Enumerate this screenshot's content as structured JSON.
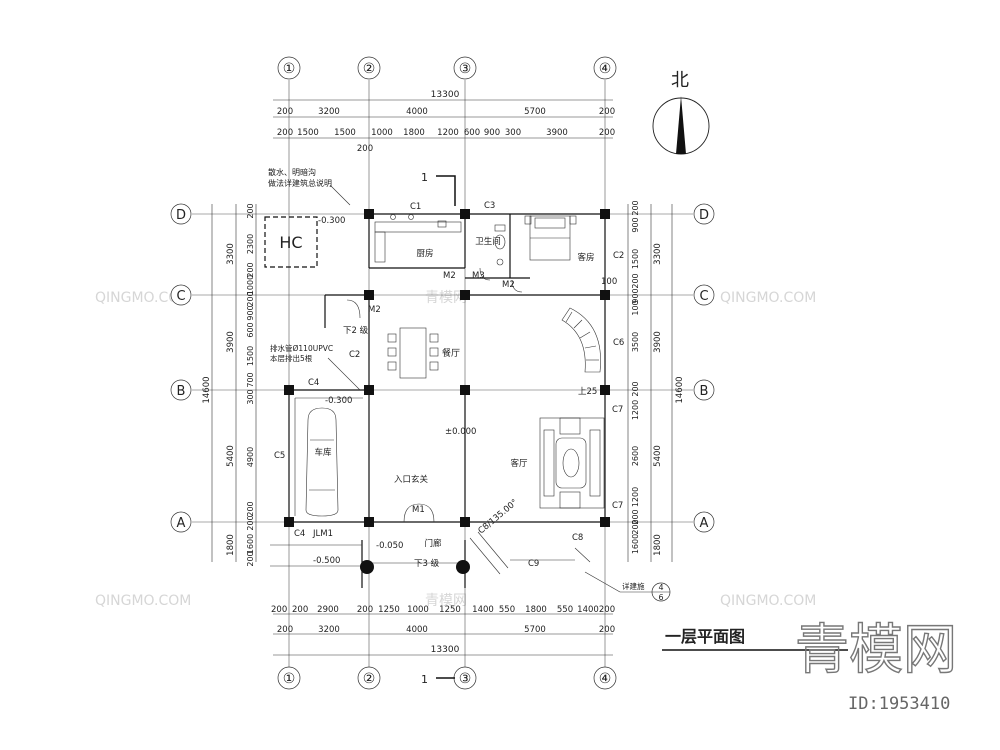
{
  "title": "一层平面图",
  "north_label": "北",
  "hc_label": "HC",
  "section_mark": "1",
  "grid_x": [
    "①",
    "②",
    "③",
    "④"
  ],
  "grid_y": [
    "D",
    "C",
    "B",
    "A"
  ],
  "top_dims": {
    "total": "13300",
    "row1": [
      "200",
      "3200",
      "4000",
      "5700",
      "200"
    ],
    "row2": [
      "200",
      "1500",
      "1500",
      "1000",
      "1800",
      "1200",
      "600",
      "900",
      "300",
      "3900",
      "200"
    ],
    "row3": [
      "200"
    ]
  },
  "bottom_dims": {
    "total": "13300",
    "row1": [
      "200",
      "3200",
      "4000",
      "5700",
      "200"
    ],
    "row2": [
      "200",
      "200",
      "2900",
      "200",
      "1250",
      "1000",
      "1250",
      "1400",
      "550",
      "1800",
      "550",
      "1400",
      "200"
    ]
  },
  "left_dims": {
    "total": "14600",
    "row1": [
      "3300",
      "3900",
      "5400",
      "1800"
    ],
    "row2": [
      "200",
      "2300",
      "200",
      "1000",
      "200",
      "900",
      "600",
      "1500",
      "700",
      "300",
      "4900",
      "200",
      "200",
      "1600",
      "200"
    ]
  },
  "right_dims": {
    "total": "14600",
    "row1": [
      "3300",
      "3900",
      "5400",
      "1800"
    ],
    "row2": [
      "200",
      "900",
      "1500",
      "200",
      "900",
      "100",
      "3500",
      "200",
      "1200",
      "2600",
      "1200",
      "200",
      "200",
      "1600"
    ]
  },
  "rooms": {
    "kitchen": "厨房",
    "bath": "卫生间",
    "guest": "客房",
    "dining": "餐厅",
    "garage": "车库",
    "entrance": "入口玄关",
    "living": "客厅",
    "porch": "门廊"
  },
  "labels": {
    "c1": "C1",
    "c2": "C2",
    "c3": "C3",
    "c4": "C4",
    "c5": "C5",
    "c6": "C6",
    "c7": "C7",
    "c8": "C8",
    "c9": "C9",
    "m1": "M1",
    "m2": "M2",
    "m3": "M3",
    "jlm1": "JLM1",
    "lvl_garage": "-0.300",
    "lvl_hc": "-0.300",
    "lvl_entry": "±0.000",
    "lvl_porch": "-0.050",
    "lvl_out": "-0.500",
    "lvl_up": "上25",
    "lvl_100": "100",
    "step2": "下2 级",
    "step3": "下3 级",
    "c8_angle": "C8/135.00°",
    "note_drain1": "散水、明暗沟",
    "note_drain2": "做法详建筑总说明",
    "note_pipe1": "排水管Ø110UPVC",
    "note_pipe2": "本层排出5根",
    "detail_ref": "详建施",
    "detail_num": "4",
    "detail_den": "6"
  },
  "watermarks": {
    "site": "QINGMO.COM",
    "cn": "青模网",
    "logo": "青模网",
    "id": "ID:1953410"
  }
}
